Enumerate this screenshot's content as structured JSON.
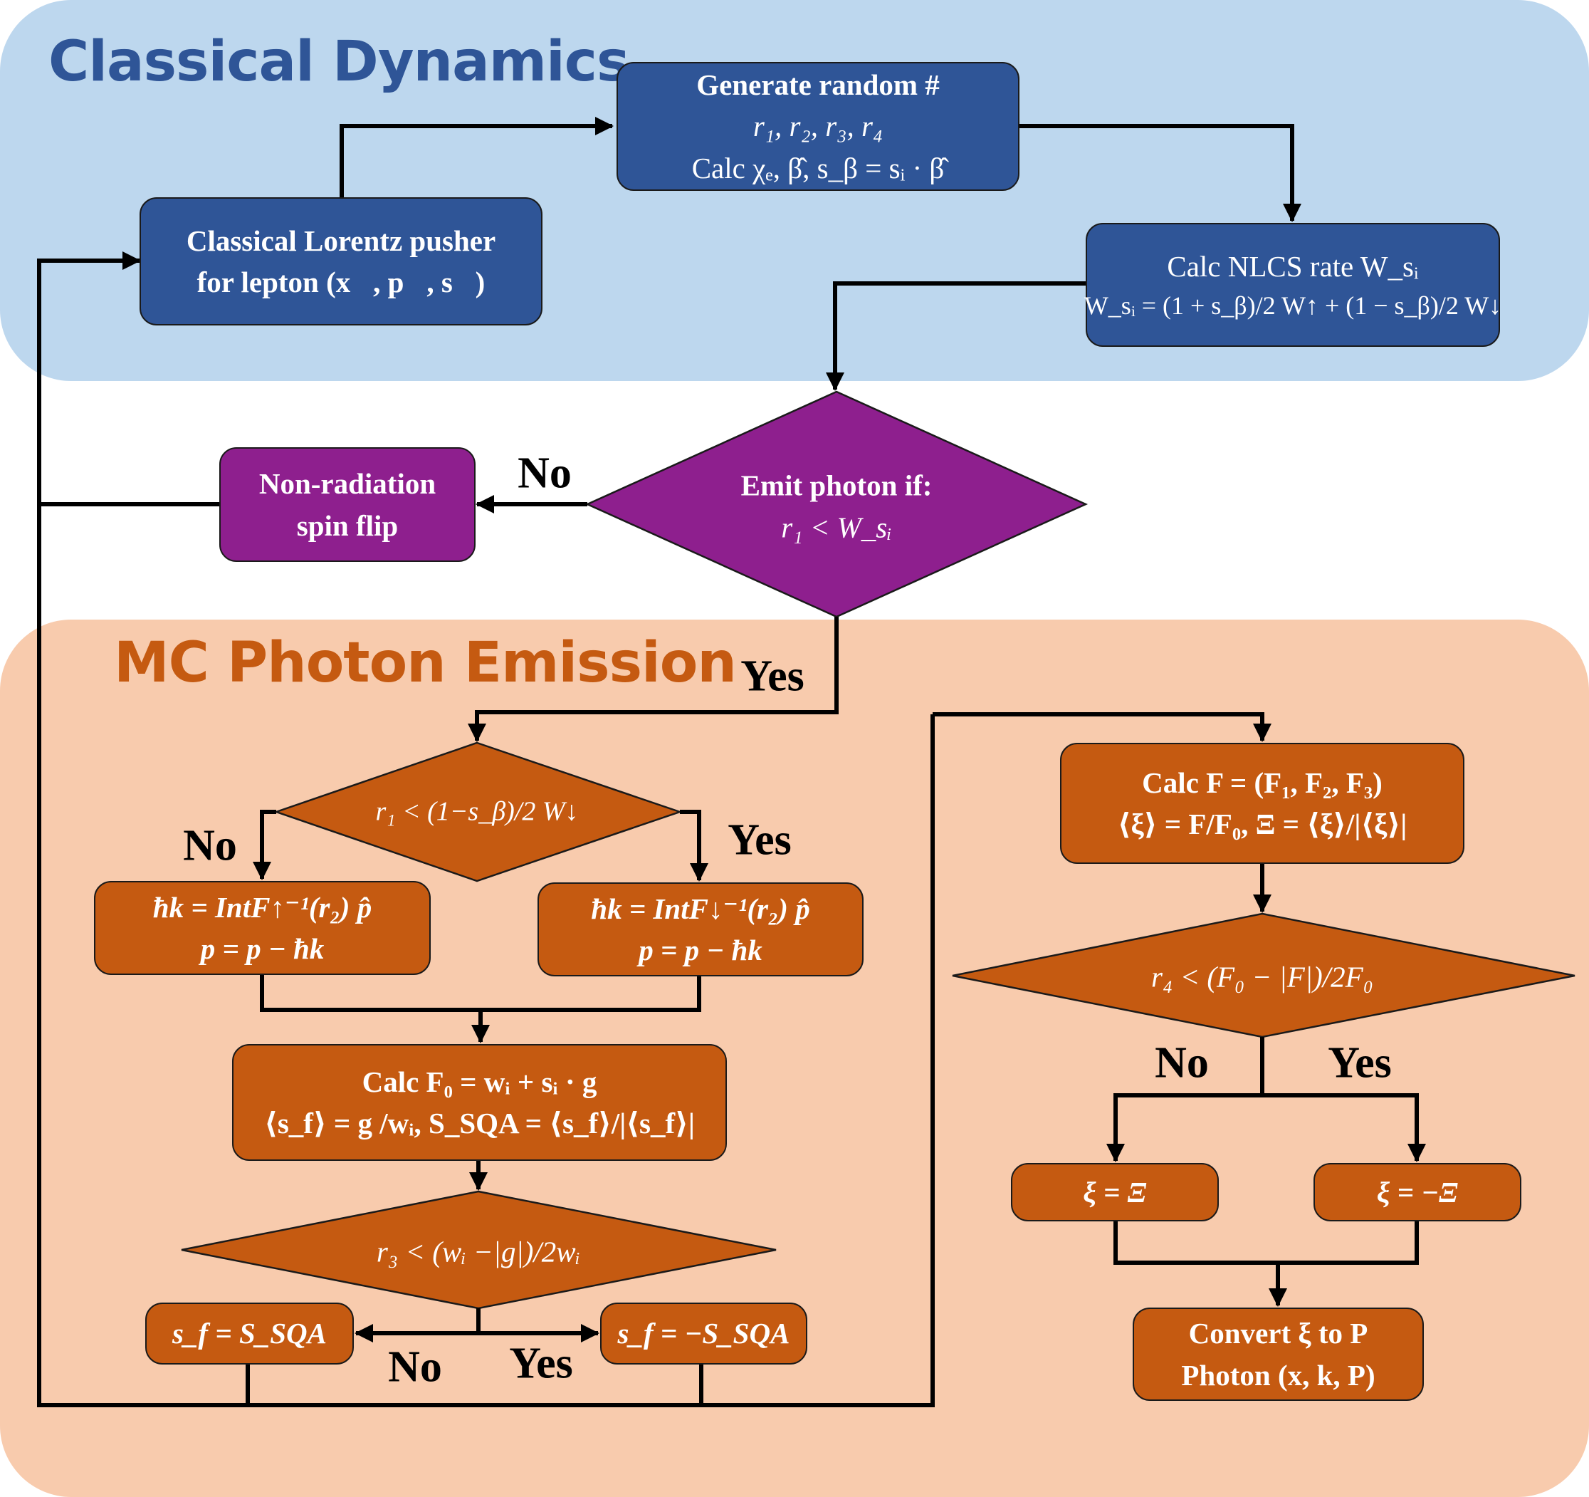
{
  "colors": {
    "classical_region": "#bdd7ee",
    "mc_region": "#f8cbad",
    "classical_title": "#2f5597",
    "mc_title": "#c55a11",
    "blue_box": "#2f5597",
    "orange_box": "#c55a11",
    "purple_box": "#8e1f8e",
    "connector": "#000000"
  },
  "regions": {
    "classical": {
      "title": "Classical Dynamics"
    },
    "mc": {
      "title": "MC Photon Emission"
    }
  },
  "nodes": {
    "generate_random": {
      "lines": [
        "Generate random #",
        "r₁, r₂, r₃, r₄",
        "Calc χₑ, β̂, s_β = sᵢ · β̂"
      ]
    },
    "lorentz_pusher": {
      "lines": [
        "Classical Lorentz pusher",
        "for lepton (x⃗, p⃗, s⃗)"
      ]
    },
    "nlcs_rate": {
      "lines": [
        "Calc NLCS rate W_sᵢ",
        "W_sᵢ = (1 + s_β)/2 W↑ + (1 − s_β)/2 W↓"
      ]
    },
    "emit_decision": {
      "lines": [
        "Emit photon if:",
        "r₁ < W_sᵢ"
      ]
    },
    "non_radiation": {
      "lines": [
        "Non-radiation",
        "spin flip"
      ]
    },
    "r1_decision": {
      "lines": [
        "r₁ < (1−s_β)/2 W↓"
      ]
    },
    "k_up": {
      "lines": [
        "ħk = IntF↑⁻¹(r₂) p̂",
        "p = p − ħk"
      ]
    },
    "k_down": {
      "lines": [
        "ħk = IntF↓⁻¹(r₂) p̂",
        "p = p − ħk"
      ]
    },
    "calc_f0": {
      "lines": [
        "Calc F₀ = wᵢ + sᵢ · g",
        "⟨s_f⟩ = g /wᵢ, S_SQA = ⟨s_f⟩/|⟨s_f⟩|"
      ]
    },
    "r3_decision": {
      "lines": [
        "r₃ < (wᵢ −|g|)/2wᵢ"
      ]
    },
    "sf_plus": {
      "lines": [
        "s_f = S_SQA"
      ]
    },
    "sf_minus": {
      "lines": [
        "s_f = −S_SQA"
      ]
    },
    "calc_f": {
      "lines": [
        "Calc F = (F₁, F₂, F₃)",
        "⟨ξ⟩ = F/F₀, Ξ = ⟨ξ⟩/|⟨ξ⟩|"
      ]
    },
    "r4_decision": {
      "lines": [
        "r₄  < (F₀ − |F|)/2F₀"
      ]
    },
    "xi_plus": {
      "lines": [
        "ξ  = Ξ"
      ]
    },
    "xi_minus": {
      "lines": [
        "ξ  = −Ξ"
      ]
    },
    "convert": {
      "lines": [
        "Convert ξ to P",
        "Photon (x, k, P)"
      ]
    }
  },
  "edge_labels": {
    "emit_no": "No",
    "emit_yes": "Yes",
    "r1_no": "No",
    "r1_yes": "Yes",
    "r3_no": "No",
    "r3_yes": "Yes",
    "r4_no": "No",
    "r4_yes": "Yes"
  }
}
